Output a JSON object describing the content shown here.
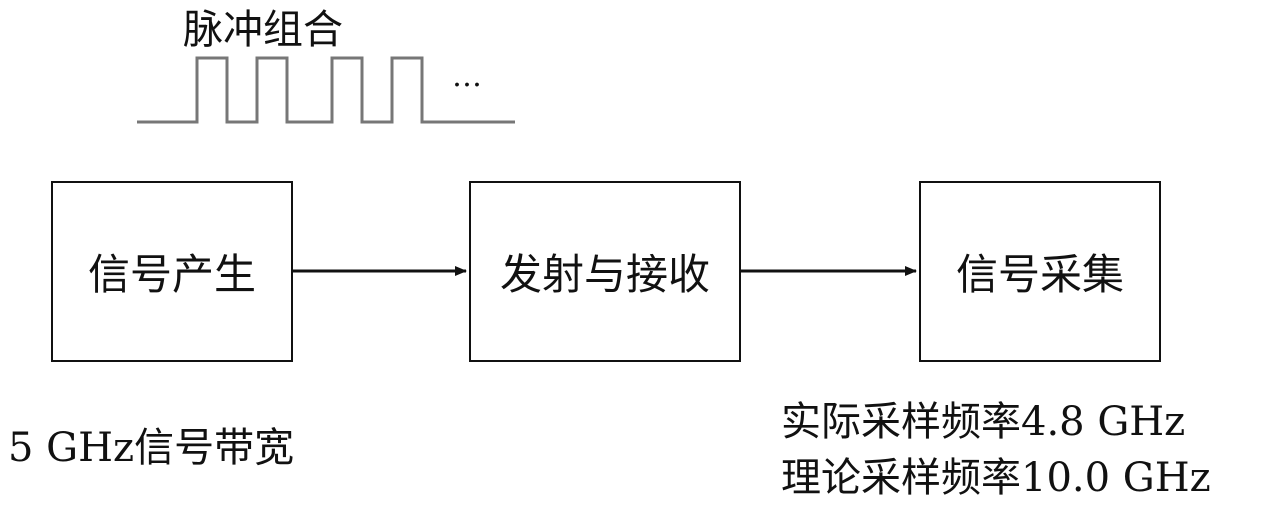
{
  "pulse_train": {
    "label": "脉冲组合",
    "continuation": "…"
  },
  "blocks": {
    "generation": "信号产生",
    "transmit_receive": "发射与接收",
    "acquisition": "信号采集"
  },
  "annotations": {
    "bandwidth": "5 GHz信号带宽",
    "actual_sampling_rate": "实际采样频率4.8 GHz",
    "theoretical_sampling_rate": "理论采样频率10.0 GHz"
  },
  "colors": {
    "stroke": "#111111",
    "pulse_stroke": "#777777",
    "background": "#ffffff"
  }
}
